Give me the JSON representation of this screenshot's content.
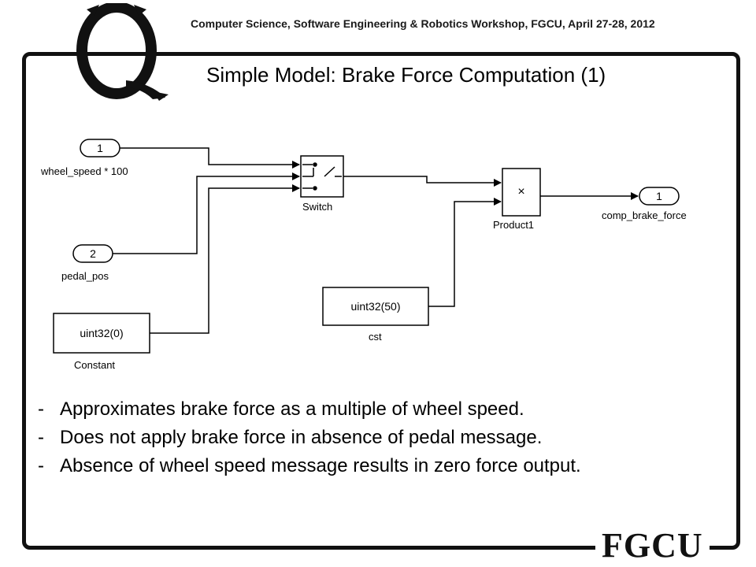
{
  "header": {
    "workshop_text": "Computer Science, Software Engineering & Robotics Workshop, FGCU, April 27-28, 2012"
  },
  "slide": {
    "title": "Simple Model: Brake Force Computation (1)"
  },
  "diagram": {
    "inports": [
      {
        "number": "1",
        "label": "wheel_speed * 100"
      },
      {
        "number": "2",
        "label": "pedal_pos"
      }
    ],
    "constants": [
      {
        "value": "uint32(0)",
        "label": "Constant"
      },
      {
        "value": "uint32(50)",
        "label": "cst"
      }
    ],
    "switch_label": "Switch",
    "product": {
      "symbol": "×",
      "label": "Product1"
    },
    "outport": {
      "number": "1",
      "label": "comp_brake_force"
    }
  },
  "bullets": [
    "Approximates brake force as a multiple of wheel speed.",
    "Does not apply brake force in absence of pedal message.",
    "Absence of wheel speed message results in zero force output."
  ],
  "footer": {
    "logo_text": "FGCU"
  },
  "colors": {
    "frame": "#111111",
    "text": "#000000"
  }
}
